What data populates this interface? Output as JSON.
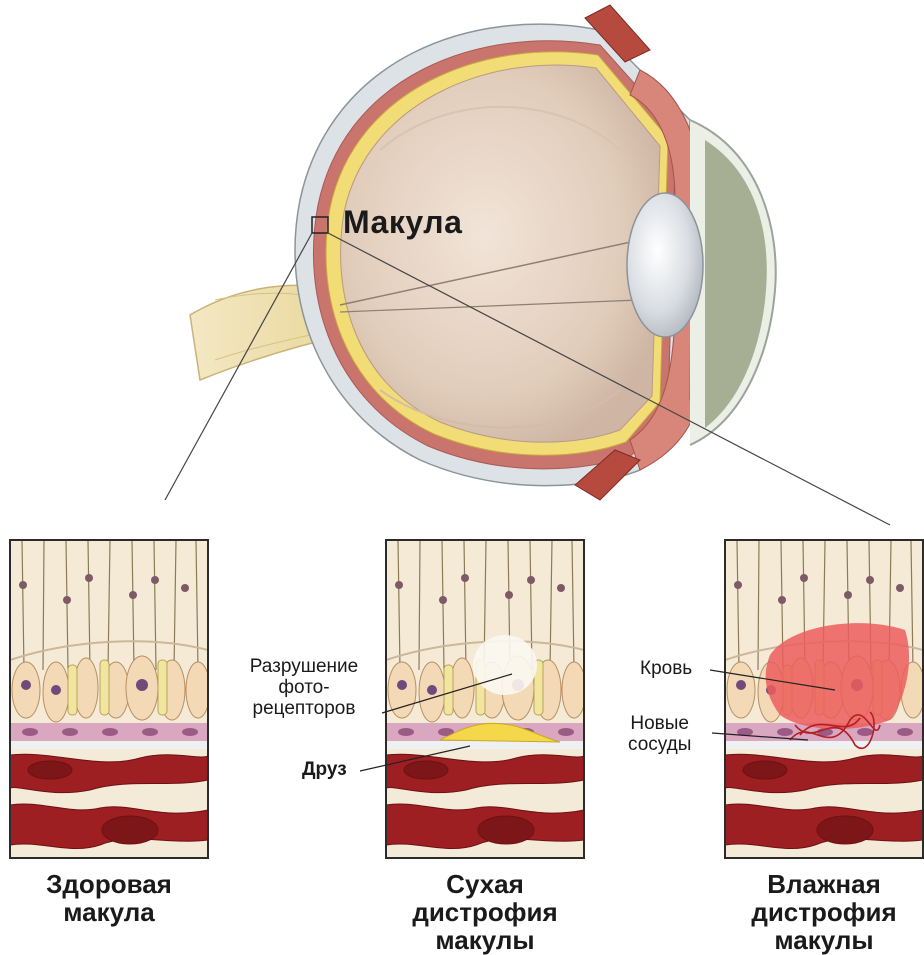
{
  "labels": {
    "macula": "Макула",
    "destruction_line1": "Разрушение",
    "destruction_line2": "фото-",
    "destruction_line3": "рецепторов",
    "drusen": "Друз",
    "blood": "Кровь",
    "vessels_line1": "Новые",
    "vessels_line2": "сосуды"
  },
  "captions": {
    "healthy": [
      "Здоровая",
      "макула"
    ],
    "dry": [
      "Сухая",
      "дистрофия",
      "макулы"
    ],
    "wet": [
      "Влажная",
      "дистрофия",
      "макулы"
    ]
  },
  "colors": {
    "sclera": "#dfe3e6",
    "retina_yellow": "#f2df7a",
    "choroid_red": "#c8706a",
    "vitreous": "#e8d6c8",
    "blood_vessel": "#8e1d1d",
    "drusen": "#f5d84a",
    "hemorrhage": "#e85a5a"
  }
}
